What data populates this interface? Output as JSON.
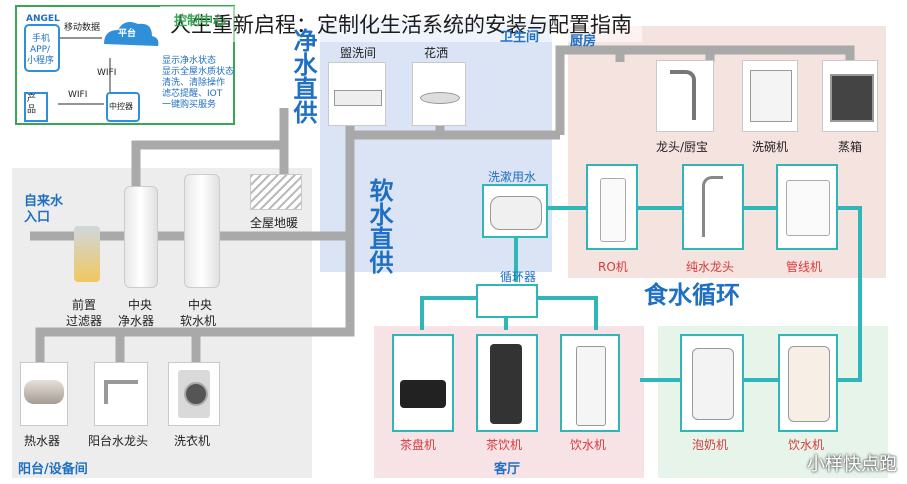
{
  "title": "人生重新启程：定制化生活系统的安装与配置指南",
  "panel": {
    "brand": "ANGEL",
    "mobile_label": "移动数据",
    "cloud_label": "平台",
    "wifi1": "WIFI",
    "wifi2": "WIFI",
    "phone_lines": [
      "手机",
      "APP/",
      "小程序"
    ],
    "product_label": "产品",
    "hub_label": "中控器",
    "features": [
      "显示净水状态",
      "显示全屋水质状态",
      "清洗、清除操作",
      "滤芯提醒、IOT",
      "一键购买服务"
    ]
  },
  "zones": {
    "inlet": [
      "自来水",
      "入口"
    ],
    "pure_direct": "净水直供",
    "soft_direct": "软水直供",
    "drinking_cycle": "食水循环",
    "balcony": "阳台/设备间",
    "living": "客厅",
    "bathroom": "卫生间",
    "kitchen": "厨房",
    "control": "控制中心"
  },
  "appliances": {
    "prefilter": [
      "前置",
      "过滤器"
    ],
    "central_purifier": [
      "中央",
      "净水器"
    ],
    "central_softener": [
      "中央",
      "软水机"
    ],
    "floor_heating": "全屋地暖",
    "basin": "盥洗间",
    "shower": "花洒",
    "water_heater": "热水器",
    "balcony_faucet": "阳台水龙头",
    "washer": "洗衣机",
    "gargle": "洗漱用水",
    "circulator": "循环器",
    "ro": "RO机",
    "pure_faucet": "纯水龙头",
    "pipeline": "管线机",
    "faucet_kitchen": "龙头/厨宝",
    "dishwasher": "洗碗机",
    "steamer": "蒸箱",
    "tea_tray": "茶盘机",
    "tea_bar": "茶饮机",
    "dispenser_living": "饮水机",
    "milk": "泡奶机",
    "dispenser2": "饮水机"
  },
  "watermark": "小样快点跑",
  "colors": {
    "gray_pipe": "#a9a9a9",
    "teal_pipe": "#2fb7b7",
    "blue_text": "#1f6fc2",
    "red_text": "#d63b3b",
    "bathroom_bg": "#dbe4f5",
    "kitchen_bg": "#f5e3e0",
    "living_bg": "#f7e2e6",
    "green_bg": "#e6f4ea",
    "balcony_bg": "#eeeeee"
  }
}
